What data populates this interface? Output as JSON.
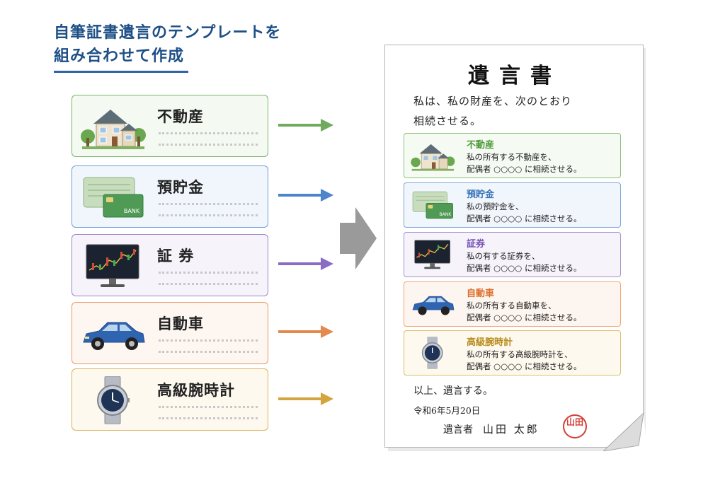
{
  "title": {
    "line1": "自筆証書遺言のテンプレートを",
    "line2": "組み合わせて作成"
  },
  "assets": [
    {
      "label": "不動産",
      "color": "#79b66a",
      "bg": "#f4faf1",
      "arrow": "#6faa5e",
      "icon": "house-icon"
    },
    {
      "label": "預貯金",
      "color": "#6e9fd6",
      "bg": "#f1f6fc",
      "arrow": "#4d85c9",
      "icon": "bank-card-icon",
      "icon_text": "BANK"
    },
    {
      "label": "証 券",
      "color": "#9d86cc",
      "bg": "#f6f3fb",
      "arrow": "#8b6cc3",
      "icon": "stock-chart-monitor-icon"
    },
    {
      "label": "自動車",
      "color": "#ee9a62",
      "bg": "#fdf6f1",
      "arrow": "#e38a4f",
      "icon": "car-icon"
    },
    {
      "label": "高級腕時計",
      "color": "#d9b25b",
      "bg": "#fdf9ef",
      "arrow": "#d4a53f",
      "icon": "wristwatch-icon"
    }
  ],
  "document": {
    "title": "遺言書",
    "intro_line1": "私は、私の財産を、次のとおり",
    "intro_line2": "相続させる。",
    "clauses": [
      {
        "title": "不動産",
        "line1": "私の所有する不動産を、",
        "line2": "配偶者 ○○○○ に相続させる。",
        "color": "#4f9a3c",
        "border": "#8cc27c",
        "bg": "#f5faf2"
      },
      {
        "title": "預貯金",
        "line1": "私の預貯金を、",
        "line2": "配偶者 ○○○○ に相続させる。",
        "color": "#3a74b9",
        "border": "#7aa8dc",
        "bg": "#f1f6fc"
      },
      {
        "title": "証券",
        "line1": "私の有する証券を、",
        "line2": "配偶者 ○○○○ に相続させる。",
        "color": "#7652b5",
        "border": "#a690d2",
        "bg": "#f6f3fb"
      },
      {
        "title": "自動車",
        "line1": "私の所有する自動車を、",
        "line2": "配偶者 ○○○○ に相続させる。",
        "color": "#dd6f2a",
        "border": "#f0a572",
        "bg": "#fdf5ef"
      },
      {
        "title": "高級腕時計",
        "line1": "私の所有する高級腕時計を、",
        "line2": "配偶者 ○○○○ に相続させる。",
        "color": "#b98c1e",
        "border": "#dfbd6c",
        "bg": "#fdf9ee"
      }
    ],
    "closing": "以上、遺言する。",
    "date": "令和6年5月20日",
    "testator_label": "遺言者",
    "testator_name": "山田 太郎",
    "seal_text": "山田",
    "seal_color": "#d33d35"
  },
  "colors": {
    "title": "#1d4f86",
    "transition_arrow": "#9a9a9a"
  }
}
